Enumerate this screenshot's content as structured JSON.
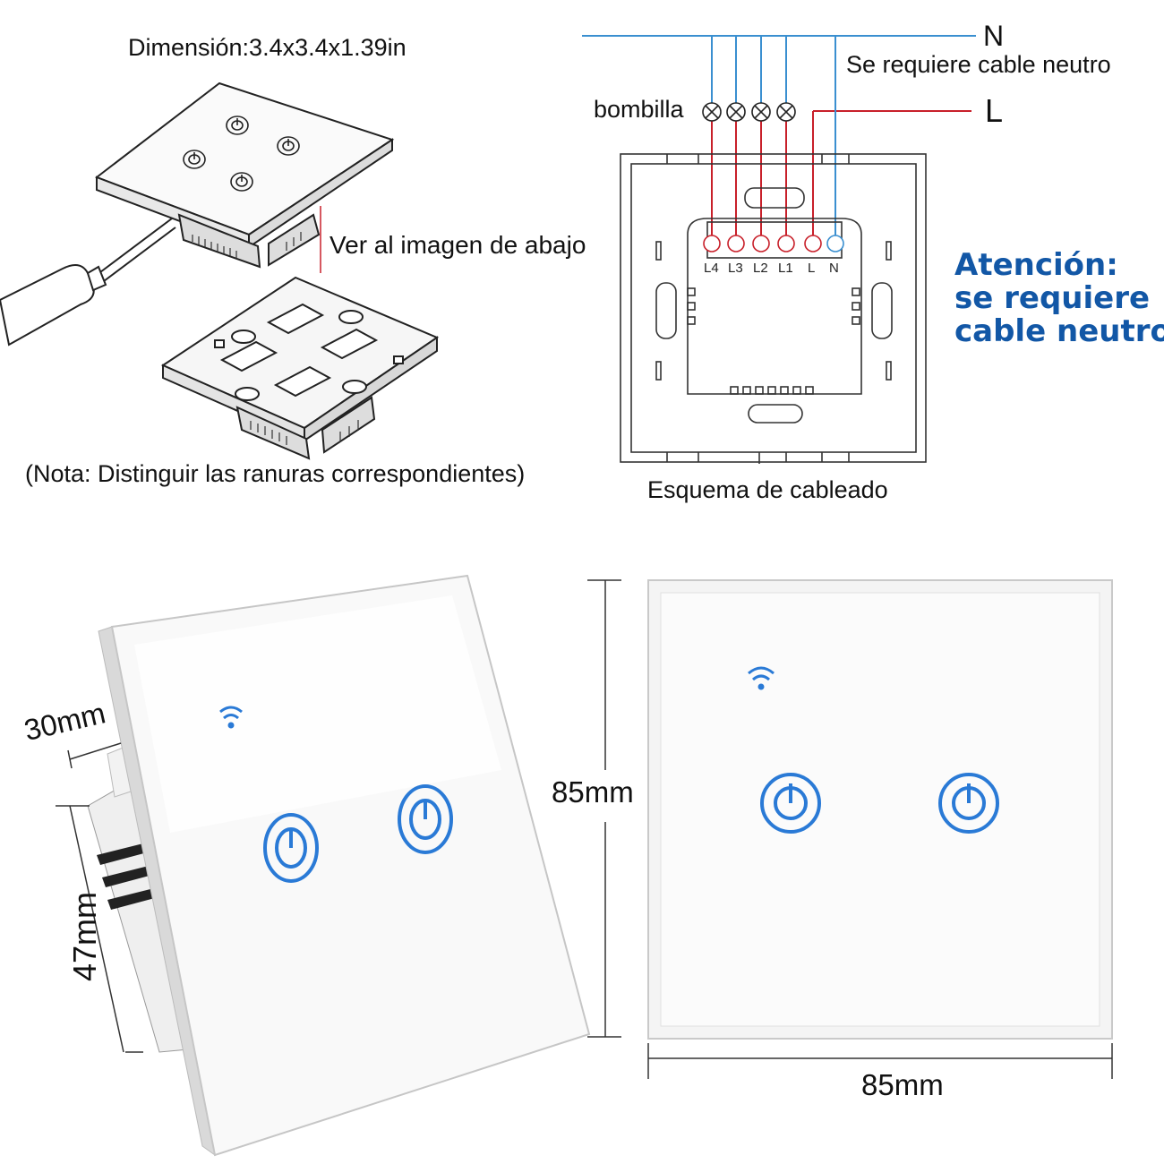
{
  "labels": {
    "dimension": "Dimensión:3.4x3.4x1.39in",
    "see_below": "Ver al imagen de abajo",
    "note": "(Nota: Distinguir las ranuras correspondientes)",
    "bulb": "bombilla",
    "neutral_label": "N",
    "neutral_required": "Se requiere cable neutro",
    "live_label": "L",
    "wiring_scheme": "Esquema de cableado",
    "attention_line1": "Atención:",
    "attention_line2": "se requiere",
    "attention_line3": "cable neutro",
    "depth_30": "30mm",
    "depth_47": "47mm",
    "height_85": "85mm",
    "width_85": "85mm"
  },
  "terminals": [
    "L4",
    "L3",
    "L2",
    "L1",
    "L",
    "N"
  ],
  "colors": {
    "neutral_wire": "#3a8fd0",
    "live_wire": "#c8202a",
    "attention_text": "#1257a6",
    "touch_button": "#2a7ad6"
  },
  "icons": [
    "screwdriver-icon",
    "wifi-icon",
    "power-button-icon",
    "bulb-icon"
  ]
}
